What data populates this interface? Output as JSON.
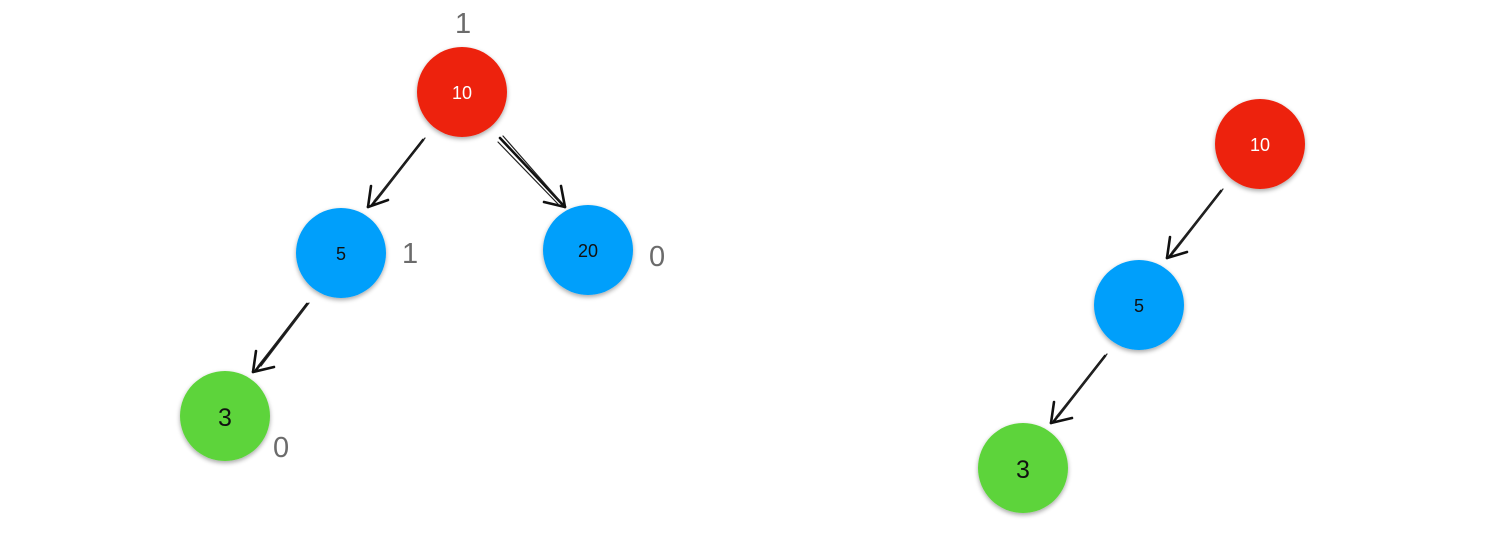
{
  "colors": {
    "red_node": "#ed2410",
    "blue_node": "#049ffb",
    "green_node": "#5dd43b",
    "text_on_red": "#ffffff",
    "text_on_blue": "#111111",
    "text_on_green": "#111111",
    "annotation_text": "#6b6b6b",
    "arrow": "#111111"
  },
  "left_tree": {
    "nodes": {
      "root": {
        "label": "10",
        "color": "red",
        "annotation": "1"
      },
      "left": {
        "label": "5",
        "color": "blue",
        "annotation": "1"
      },
      "right": {
        "label": "20",
        "color": "blue",
        "annotation": "0"
      },
      "left_left": {
        "label": "3",
        "color": "green",
        "annotation": "0"
      }
    },
    "edges": [
      {
        "from": "root",
        "to": "left"
      },
      {
        "from": "root",
        "to": "right"
      },
      {
        "from": "left",
        "to": "left_left"
      }
    ]
  },
  "right_tree": {
    "nodes": {
      "root": {
        "label": "10",
        "color": "red"
      },
      "left": {
        "label": "5",
        "color": "blue"
      },
      "left_left": {
        "label": "3",
        "color": "green"
      }
    },
    "edges": [
      {
        "from": "root",
        "to": "left"
      },
      {
        "from": "left",
        "to": "left_left"
      }
    ]
  }
}
